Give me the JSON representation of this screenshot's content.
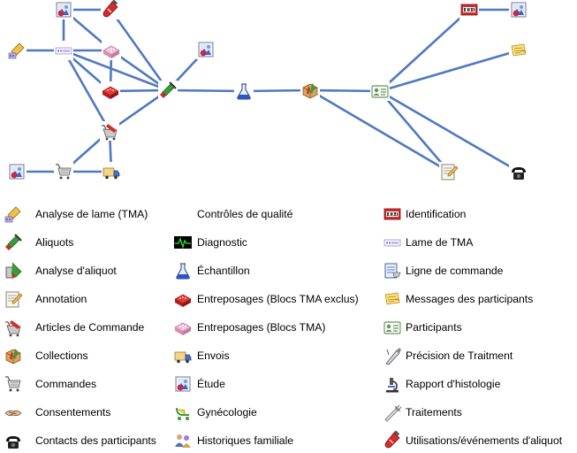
{
  "diagram": {
    "nodes": [
      {
        "id": "etude_top",
        "icon": "etude"
      },
      {
        "id": "util_top",
        "icon": "utilisations"
      },
      {
        "id": "analyse_lame",
        "icon": "analyse-lame"
      },
      {
        "id": "lame_tma",
        "icon": "lame-tma"
      },
      {
        "id": "entrep_tma",
        "icon": "entreposage-tma"
      },
      {
        "id": "entrep_excl",
        "icon": "entreposage-excl"
      },
      {
        "id": "aliquots",
        "icon": "aliquots"
      },
      {
        "id": "etude_mid",
        "icon": "etude"
      },
      {
        "id": "echantillon",
        "icon": "echantillon"
      },
      {
        "id": "collections",
        "icon": "collections"
      },
      {
        "id": "participants",
        "icon": "participants"
      },
      {
        "id": "articles",
        "icon": "articles"
      },
      {
        "id": "etude_bl",
        "icon": "etude"
      },
      {
        "id": "commandes",
        "icon": "commandes"
      },
      {
        "id": "envois",
        "icon": "envois"
      },
      {
        "id": "identification",
        "icon": "identification"
      },
      {
        "id": "etude_tr",
        "icon": "etude"
      },
      {
        "id": "messages",
        "icon": "messages"
      },
      {
        "id": "annotation",
        "icon": "annotation"
      },
      {
        "id": "contacts",
        "icon": "contacts"
      }
    ],
    "edges": [
      [
        "etude_top",
        "util_top"
      ],
      [
        "etude_top",
        "lame_tma"
      ],
      [
        "etude_top",
        "entrep_tma"
      ],
      [
        "util_top",
        "aliquots"
      ],
      [
        "analyse_lame",
        "lame_tma"
      ],
      [
        "lame_tma",
        "entrep_tma"
      ],
      [
        "lame_tma",
        "entrep_excl"
      ],
      [
        "lame_tma",
        "aliquots"
      ],
      [
        "lame_tma",
        "articles"
      ],
      [
        "entrep_tma",
        "entrep_excl"
      ],
      [
        "entrep_tma",
        "aliquots"
      ],
      [
        "entrep_excl",
        "aliquots"
      ],
      [
        "articles",
        "aliquots"
      ],
      [
        "articles",
        "commandes"
      ],
      [
        "articles",
        "envois"
      ],
      [
        "commandes",
        "etude_bl"
      ],
      [
        "commandes",
        "envois"
      ],
      [
        "aliquots",
        "etude_mid"
      ],
      [
        "aliquots",
        "echantillon"
      ],
      [
        "echantillon",
        "collections"
      ],
      [
        "collections",
        "participants"
      ],
      [
        "collections",
        "annotation"
      ],
      [
        "participants",
        "annotation"
      ],
      [
        "participants",
        "identification"
      ],
      [
        "participants",
        "messages"
      ],
      [
        "participants",
        "contacts"
      ],
      [
        "identification",
        "etude_tr"
      ]
    ]
  },
  "legend": [
    {
      "icon": "analyse-lame",
      "label": "Analyse de lame (TMA)"
    },
    {
      "icon": "aliquots",
      "label": "Aliquots"
    },
    {
      "icon": "analyse-aliquot",
      "label": "Analyse d'aliquot"
    },
    {
      "icon": "annotation",
      "label": "Annotation"
    },
    {
      "icon": "articles",
      "label": "Articles de Commande"
    },
    {
      "icon": "collections",
      "label": "Collections"
    },
    {
      "icon": "commandes",
      "label": "Commandes"
    },
    {
      "icon": "consentements",
      "label": "Consentements"
    },
    {
      "icon": "contacts",
      "label": "Contacts des participants"
    },
    {
      "icon": "none",
      "label": "Contrôles de qualité"
    },
    {
      "icon": "diagnostic",
      "label": "Diagnostic"
    },
    {
      "icon": "echantillon",
      "label": "Échantillon"
    },
    {
      "icon": "entreposage-excl",
      "label": "Entreposages (Blocs TMA exclus)"
    },
    {
      "icon": "entreposage-tma",
      "label": "Entreposages (Blocs TMA)"
    },
    {
      "icon": "envois",
      "label": "Envois"
    },
    {
      "icon": "etude",
      "label": "Étude"
    },
    {
      "icon": "gynecologie",
      "label": "Gynécologie"
    },
    {
      "icon": "historiques",
      "label": "Historiques familiale"
    },
    {
      "icon": "identification",
      "label": "Identification"
    },
    {
      "icon": "lame-tma",
      "label": "Lame de TMA"
    },
    {
      "icon": "ligne-commande",
      "label": "Ligne de commande"
    },
    {
      "icon": "messages",
      "label": "Messages des participants"
    },
    {
      "icon": "participants",
      "label": "Participants"
    },
    {
      "icon": "precision",
      "label": "Précision de Traitment"
    },
    {
      "icon": "rapport",
      "label": "Rapport d'histologie"
    },
    {
      "icon": "traitements",
      "label": "Traitements"
    },
    {
      "icon": "utilisations",
      "label": "Utilisations/événements d'aliquot"
    }
  ]
}
